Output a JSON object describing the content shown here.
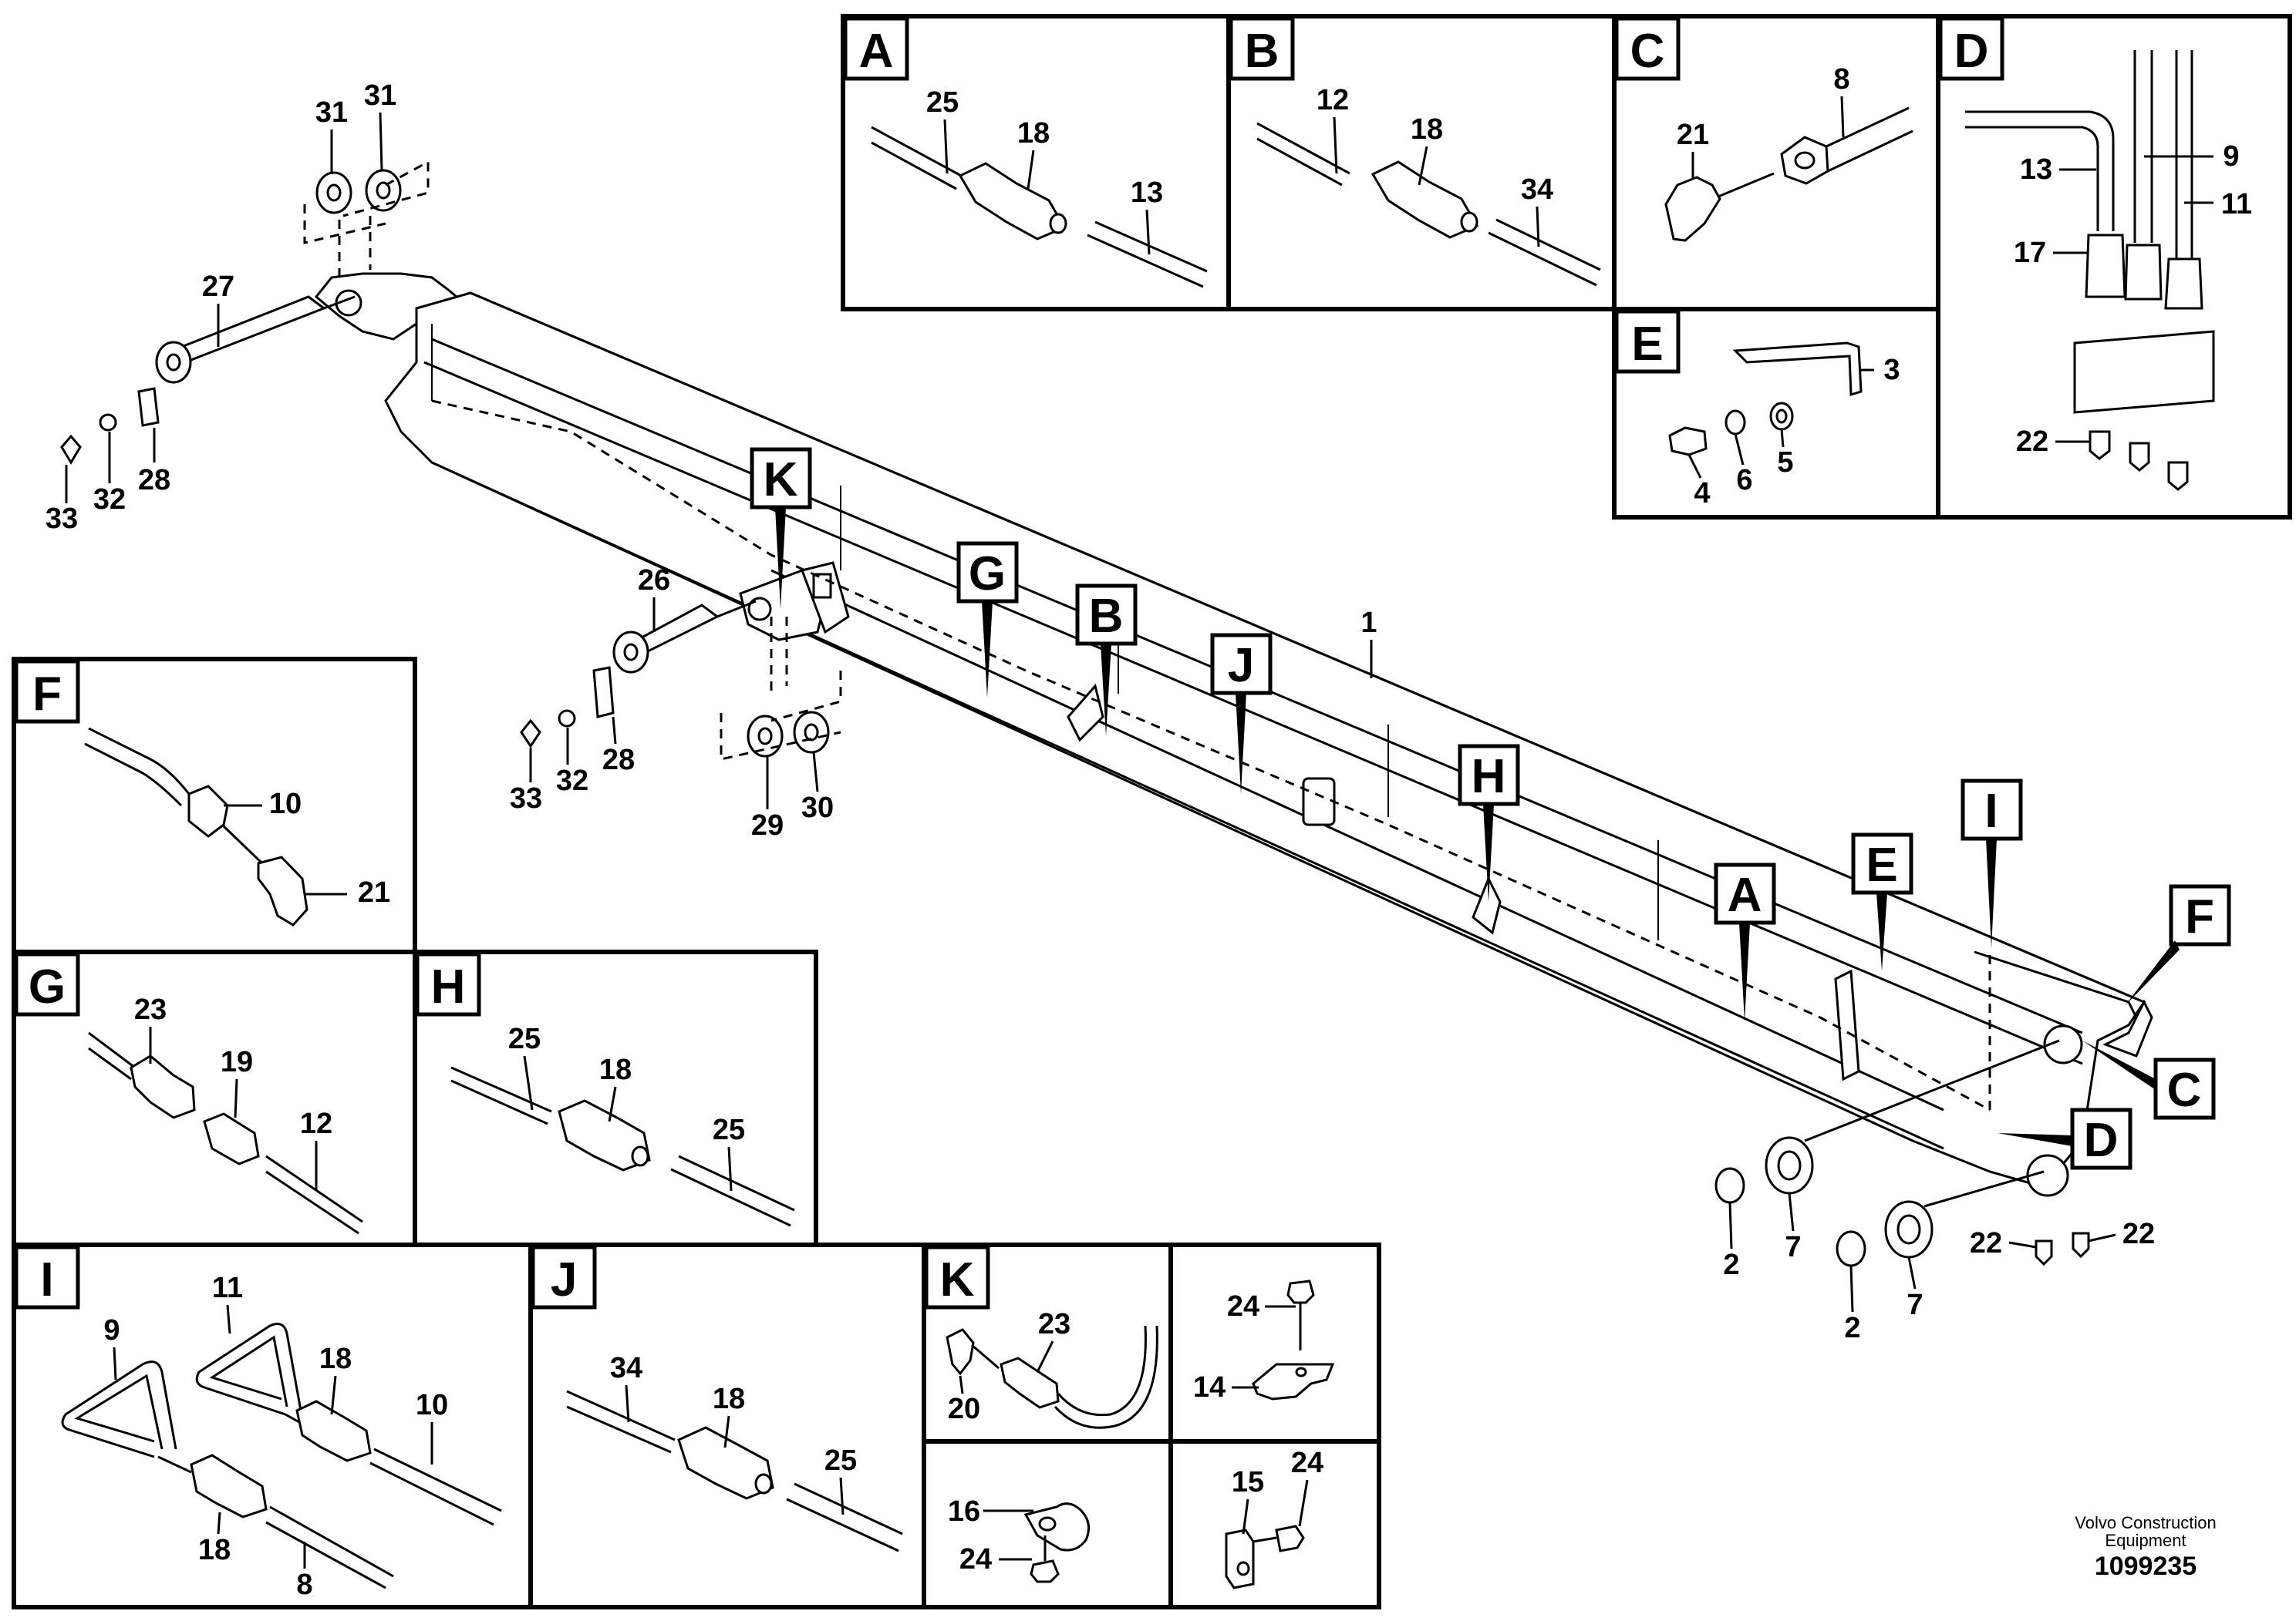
{
  "panels": {
    "A": {
      "label": "A",
      "callouts": [
        "25",
        "18",
        "13"
      ]
    },
    "B": {
      "label": "B",
      "callouts": [
        "12",
        "18",
        "34"
      ]
    },
    "C": {
      "label": "C",
      "callouts": [
        "21",
        "8"
      ]
    },
    "D": {
      "label": "D",
      "callouts": [
        "13",
        "9",
        "11",
        "17",
        "22"
      ]
    },
    "E": {
      "label": "E",
      "callouts": [
        "3",
        "4",
        "6",
        "5"
      ]
    },
    "F": {
      "label": "F",
      "callouts": [
        "10",
        "21"
      ]
    },
    "G": {
      "label": "G",
      "callouts": [
        "23",
        "19",
        "12"
      ]
    },
    "H": {
      "label": "H",
      "callouts": [
        "25",
        "18",
        "25"
      ]
    },
    "I": {
      "label": "I",
      "callouts": [
        "11",
        "9",
        "18",
        "10",
        "18",
        "8"
      ]
    },
    "J": {
      "label": "J",
      "callouts": [
        "34",
        "18",
        "25"
      ]
    },
    "K": {
      "label": "K",
      "callouts": [
        "23",
        "20"
      ]
    },
    "clamp": {
      "callouts": [
        "24",
        "14"
      ]
    },
    "pclamp": {
      "callouts": [
        "16",
        "24"
      ]
    },
    "plate": {
      "callouts": [
        "15",
        "24"
      ]
    }
  },
  "main_callouts": {
    "pin_top": [
      "31",
      "31",
      "27",
      "33",
      "32",
      "28"
    ],
    "pin_mid": [
      "26",
      "33",
      "32",
      "28",
      "29",
      "30"
    ],
    "boom": "1",
    "bottom_right": [
      "2",
      "7",
      "2",
      "7",
      "22",
      "22"
    ]
  },
  "main_markers": [
    "K",
    "G",
    "B",
    "J",
    "H",
    "A",
    "E",
    "I",
    "F",
    "C",
    "D"
  ],
  "credit": {
    "line1": "Volvo Construction",
    "line2": "Equipment",
    "ref": "1099235"
  }
}
